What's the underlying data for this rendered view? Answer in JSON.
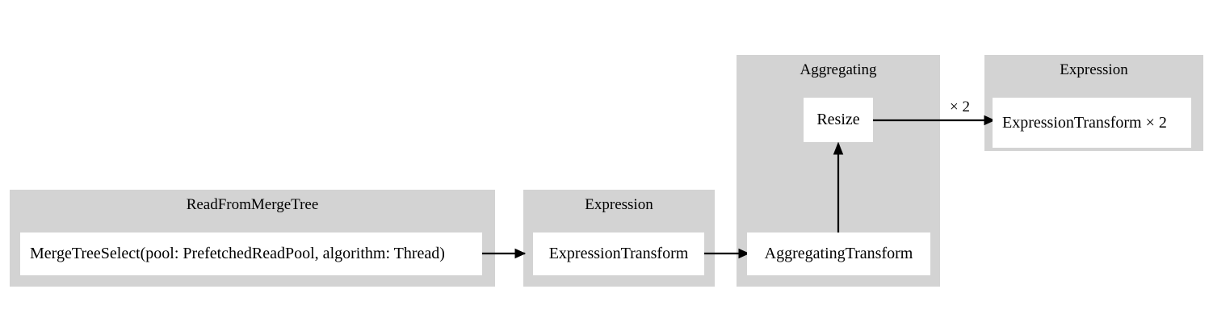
{
  "diagram": {
    "type": "pipeline-graph",
    "background_color": "#ffffff",
    "cluster_color": "#d3d3d3",
    "node_color": "#ffffff",
    "edge_color": "#000000",
    "clusters": [
      {
        "id": "readfrommergetree",
        "title": "ReadFromMergeTree",
        "nodes": [
          {
            "id": "mergetreeselect",
            "label": "MergeTreeSelect(pool: PrefetchedReadPool, algorithm: Thread)"
          }
        ]
      },
      {
        "id": "expression-1",
        "title": "Expression",
        "nodes": [
          {
            "id": "expressiontransform-1",
            "label": "ExpressionTransform"
          }
        ]
      },
      {
        "id": "aggregating",
        "title": "Aggregating",
        "nodes": [
          {
            "id": "aggregatingtransform",
            "label": "AggregatingTransform"
          },
          {
            "id": "resize",
            "label": "Resize"
          }
        ]
      },
      {
        "id": "expression-2",
        "title": "Expression",
        "nodes": [
          {
            "id": "expressiontransform-2",
            "label": "ExpressionTransform × 2"
          }
        ]
      }
    ],
    "edges": [
      {
        "id": "mergetreeselect-to-expressiontransform-1",
        "from": "mergetreeselect",
        "to": "expressiontransform-1",
        "label": ""
      },
      {
        "id": "expressiontransform-1-to-aggregatingtransform",
        "from": "expressiontransform-1",
        "to": "aggregatingtransform",
        "label": ""
      },
      {
        "id": "aggregatingtransform-to-resize",
        "from": "aggregatingtransform",
        "to": "resize",
        "label": ""
      },
      {
        "id": "resize-to-expressiontransform-2",
        "from": "resize",
        "to": "expressiontransform-2",
        "label": "× 2"
      }
    ]
  }
}
